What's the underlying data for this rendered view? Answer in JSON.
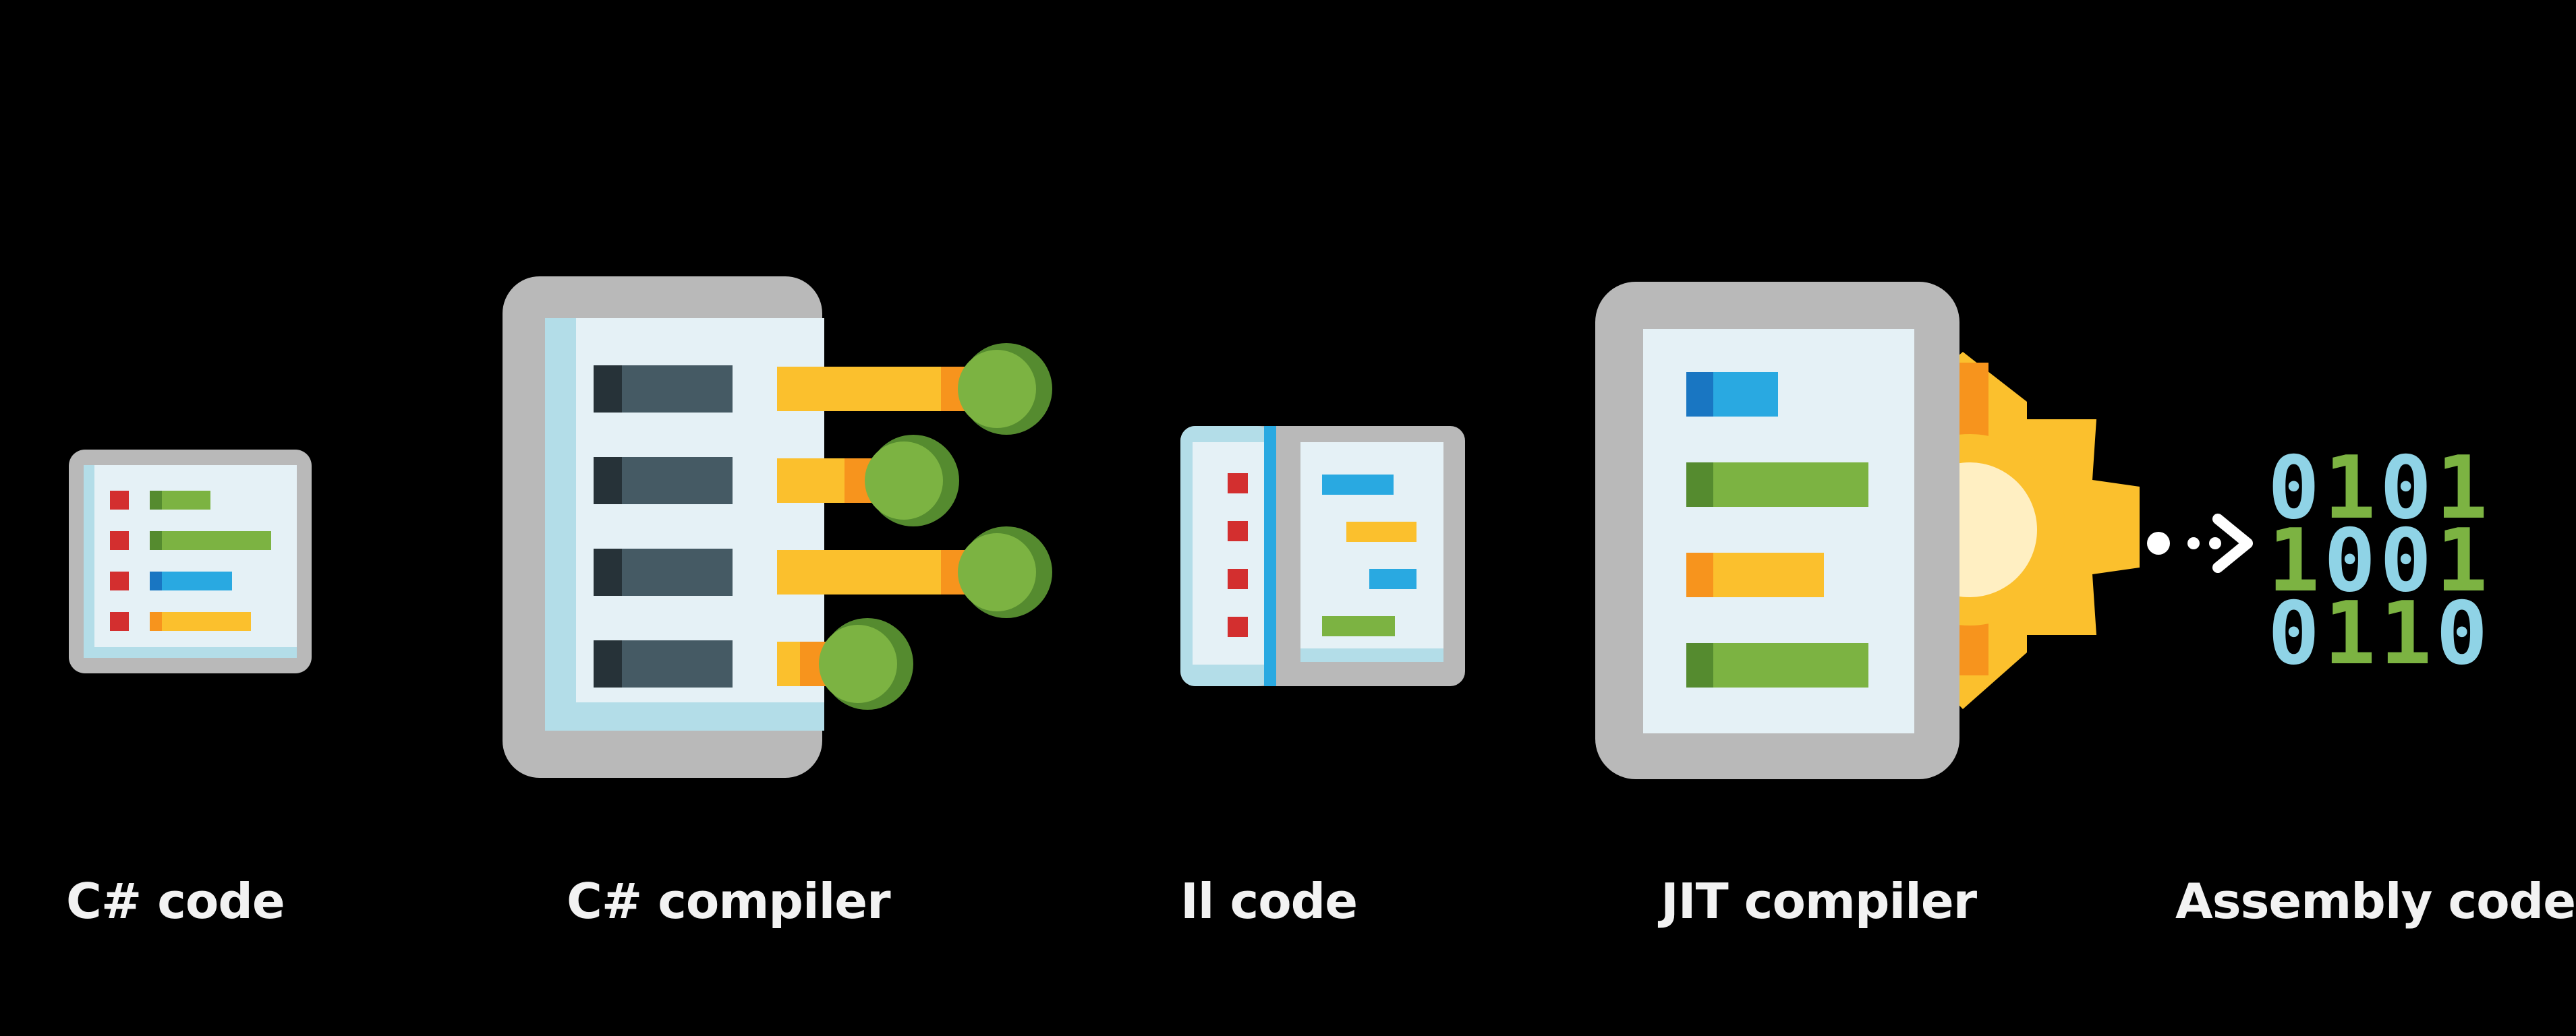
{
  "stages": [
    {
      "id": "csharp-code",
      "label": "C# code"
    },
    {
      "id": "csharp-compiler",
      "label": "C# compiler"
    },
    {
      "id": "il-code",
      "label": "Il code"
    },
    {
      "id": "jit-compiler",
      "label": "JIT compiler"
    },
    {
      "id": "assembly-code",
      "label": "Assembly code"
    }
  ],
  "binary_rows": [
    "0101",
    "1001",
    "0110"
  ],
  "colors": {
    "background": "#000000",
    "frame_gray": "#b9b9b9",
    "panel": "#e5f1f6",
    "panel_edge": "#b3dde8",
    "red": "#d32f2f",
    "green": "#7cb342",
    "dark_green": "#558b2f",
    "blue": "#29a9e1",
    "dark_blue": "#1976c2",
    "yellow": "#fbc02d",
    "orange": "#f7941d",
    "slate": "#455a64",
    "dark_slate": "#263238",
    "binary_zero": "#8fd3e6",
    "binary_one": "#7cb342",
    "label": "#f2f2f2"
  }
}
